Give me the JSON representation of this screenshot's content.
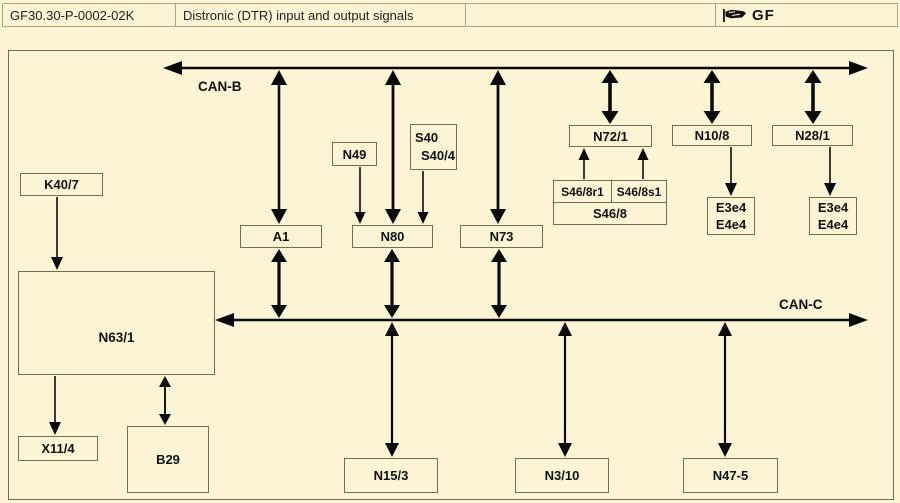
{
  "header": {
    "doc_id": "GF30.30-P-0002-02K",
    "title": "Distronic (DTR) input and output signals",
    "logo_text": "GF"
  },
  "diagram": {
    "bus_b_label": "CAN-B",
    "bus_c_label": "CAN-C",
    "nodes": {
      "k40_7": "K40/7",
      "a1": "A1",
      "n49": "N49",
      "s40_line1": "S40",
      "s40_line2": "S40/4",
      "n80": "N80",
      "n73": "N73",
      "n72_1": "N72/1",
      "n10_8": "N10/8",
      "n28_1": "N28/1",
      "s46_8r1": "S46/8r1",
      "s46_8s1": "S46/8s1",
      "s46_8": "S46/8",
      "e_left_line1": "E3e4",
      "e_left_line2": "E4e4",
      "e_right_line1": "E3e4",
      "e_right_line2": "E4e4",
      "n63_1": "N63/1",
      "x11_4": "X11/4",
      "b29": "B29",
      "n15_3": "N15/3",
      "n3_10": "N3/10",
      "n47_5": "N47-5"
    }
  },
  "colors": {
    "bg": "#FBF5D5",
    "line": "#0A0A0A",
    "box-border": "#6E6E55",
    "header-border": "#A8A88A"
  }
}
